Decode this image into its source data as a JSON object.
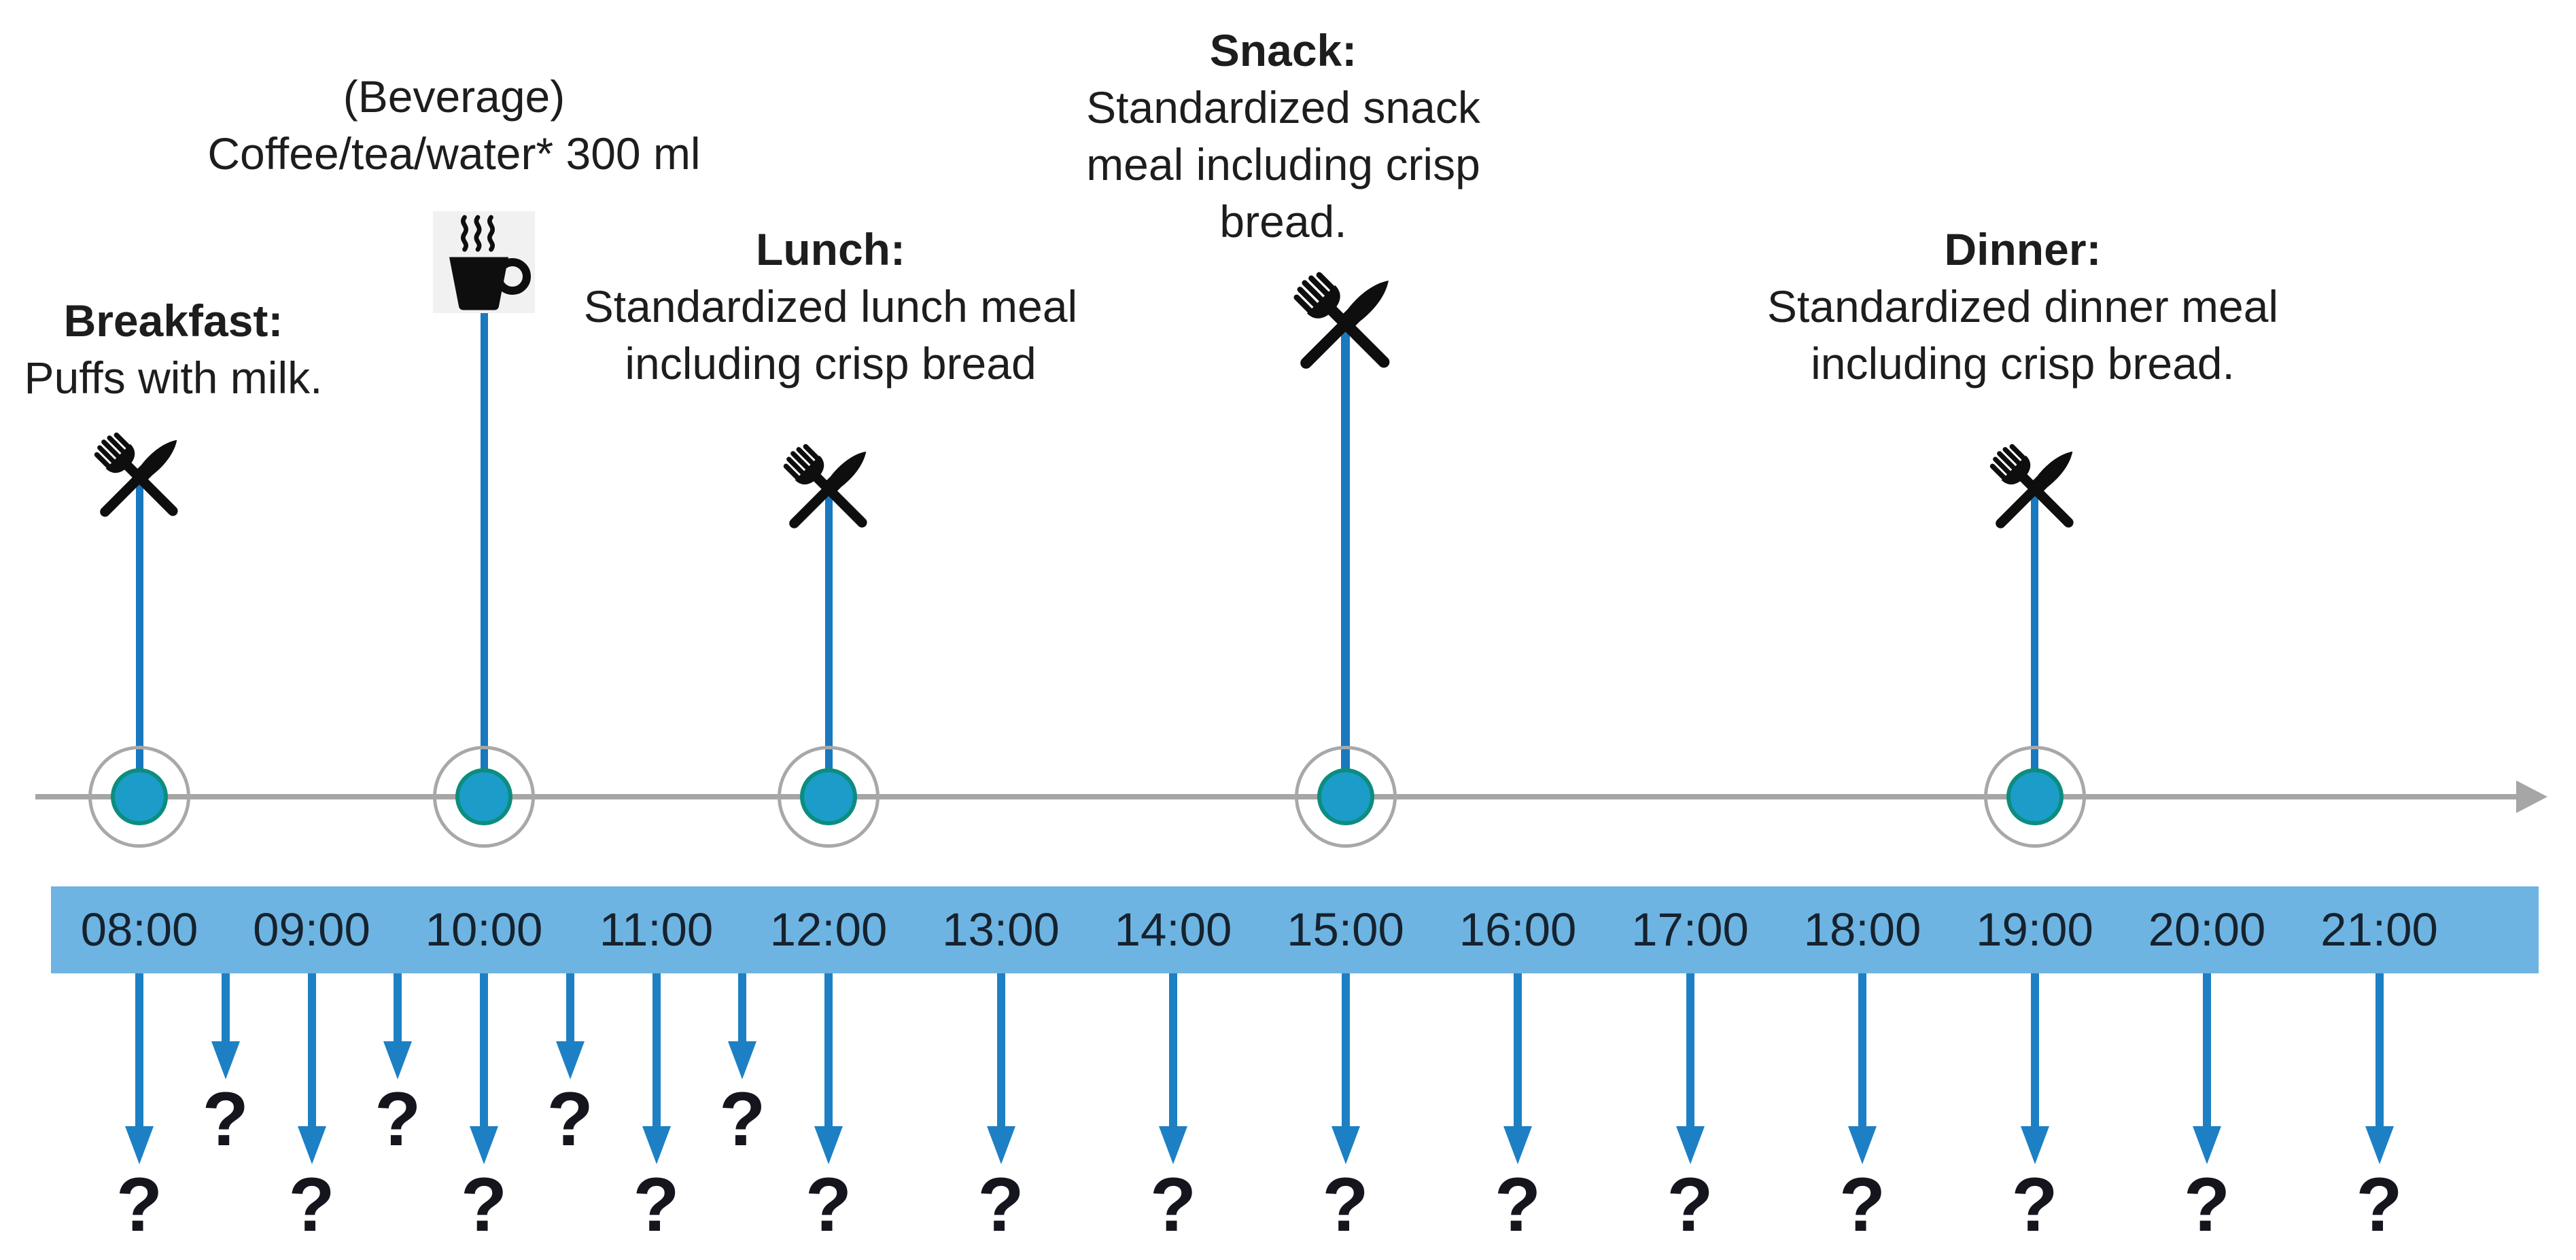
{
  "events": [
    {
      "id": "breakfast",
      "time": "08:00",
      "title": "Breakfast:",
      "title_bold": true,
      "lines": [
        "Puffs with milk."
      ],
      "icon": "fork-knife-icon"
    },
    {
      "id": "beverage",
      "time": "10:00",
      "title": "(Beverage)",
      "title_bold": false,
      "lines": [
        "Coffee/tea/water* 300 ml"
      ],
      "icon": "coffee-cup-icon"
    },
    {
      "id": "lunch",
      "time": "12:00",
      "title": "Lunch:",
      "title_bold": true,
      "lines": [
        "Standardized lunch meal",
        "including crisp bread"
      ],
      "icon": "fork-knife-icon"
    },
    {
      "id": "snack",
      "time": "15:00",
      "title": "Snack:",
      "title_bold": true,
      "lines": [
        "Standardized snack",
        "meal including crisp",
        "bread."
      ],
      "icon": "fork-knife-icon"
    },
    {
      "id": "dinner",
      "time": "19:00",
      "title": "Dinner:",
      "title_bold": true,
      "lines": [
        "Standardized dinner meal",
        "including crisp bread."
      ],
      "icon": "fork-knife-icon"
    }
  ],
  "time_axis": {
    "labels": [
      "08:00",
      "09:00",
      "10:00",
      "11:00",
      "12:00",
      "13:00",
      "14:00",
      "15:00",
      "16:00",
      "17:00",
      "18:00",
      "19:00",
      "20:00",
      "21:00"
    ]
  },
  "measurements": {
    "symbol": "?",
    "hourly_times": [
      "08:00",
      "09:00",
      "10:00",
      "11:00",
      "12:00",
      "13:00",
      "14:00",
      "15:00",
      "16:00",
      "17:00",
      "18:00",
      "19:00",
      "20:00",
      "21:00"
    ],
    "half_hourly_times": [
      "08:30",
      "09:30",
      "10:30",
      "11:30"
    ]
  },
  "colors": {
    "band": "#6db4e2",
    "arrow_blue": "#1d80c4",
    "connector_blue": "#1a78bf",
    "node_fill": "#1b9cc9",
    "node_stroke": "#0c8d7e",
    "ring_gray": "#a8a8a8",
    "axis_gray": "#a6a6a6",
    "text_dark": "#1d1d1d",
    "time_text": "#16222e",
    "question_mark": "#15151d",
    "icon_black": "#0e0e0e",
    "icon_bg": "#f1f1f1"
  }
}
